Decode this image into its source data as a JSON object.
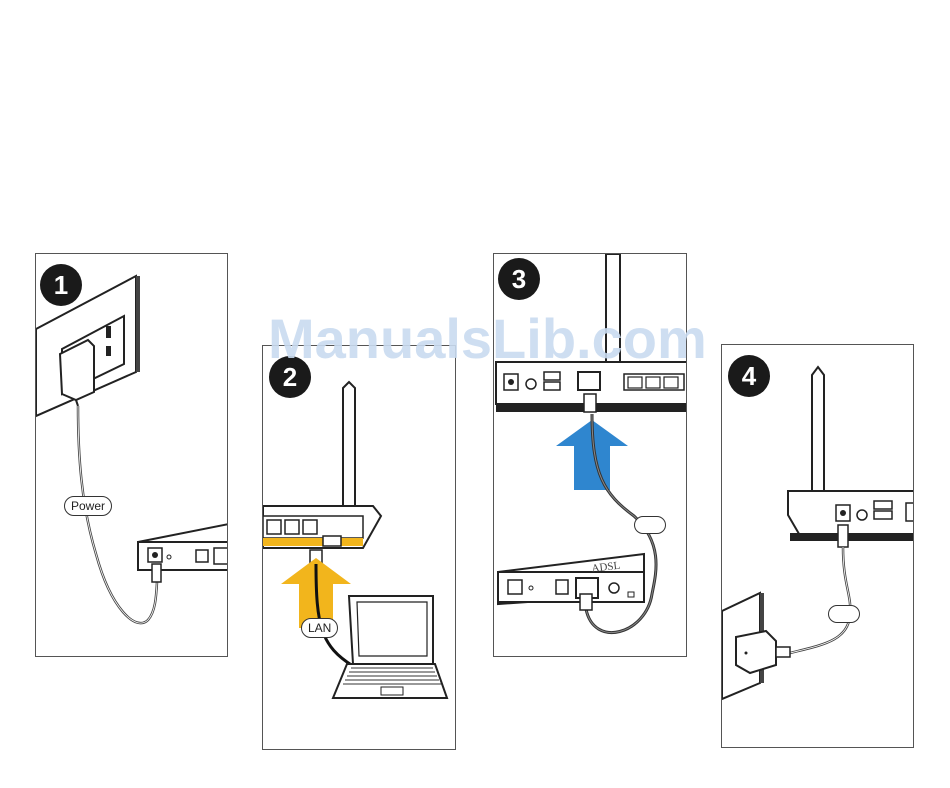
{
  "steps": [
    {
      "number": "1",
      "label": "Power"
    },
    {
      "number": "2",
      "label": "LAN"
    },
    {
      "number": "3",
      "label": ""
    },
    {
      "number": "4",
      "label": ""
    }
  ],
  "modem_brand": "ADSL",
  "watermark": "ManualsLib.com",
  "colors": {
    "lan_arrow": "#f2b51c",
    "adsl_arrow": "#2f86cf",
    "lan_port_highlight": "#f2b51c"
  }
}
